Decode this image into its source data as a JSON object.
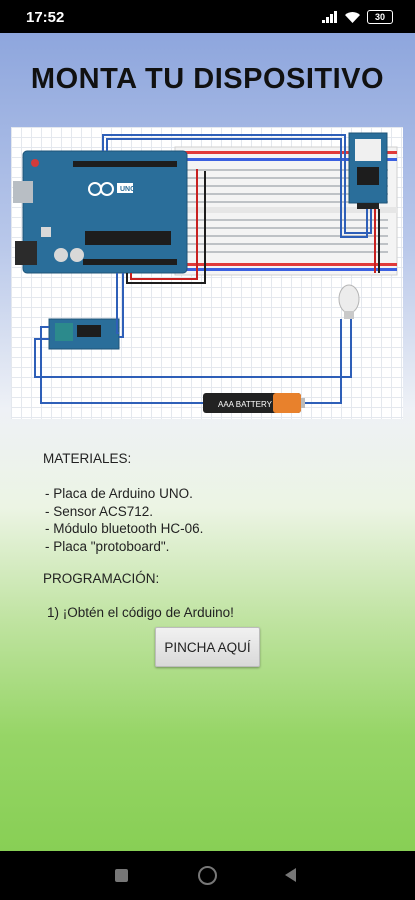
{
  "status_bar": {
    "time": "17:52",
    "battery": "30",
    "icons": [
      "signal-icon",
      "wifi-icon",
      "battery-icon"
    ]
  },
  "page": {
    "title": "MONTA TU DISPOSITIVO",
    "diagram_labels": {
      "arduino_brand": "UNO",
      "battery_label": "AAA BATTERY"
    },
    "materials_title": "MATERIALES:",
    "materials": [
      "- Placa de Arduino UNO.",
      "- Sensor ACS712.",
      "- Módulo bluetooth HC-06.",
      "- Placa \"protoboard\"."
    ],
    "programming_title": "PROGRAMACIÓN:",
    "step_1": "1) ¡Obtén el código de Arduino!",
    "button_label": "PINCHA AQUÍ"
  },
  "nav_bar": {
    "icons": [
      "recents-icon",
      "home-icon",
      "back-icon"
    ]
  },
  "colors": {
    "board_blue": "#2a6e9a",
    "wire_blue": "#2e5fb8",
    "wire_red": "#c82020",
    "background_top": "#8ea6dd",
    "background_bottom": "#88cf55"
  }
}
